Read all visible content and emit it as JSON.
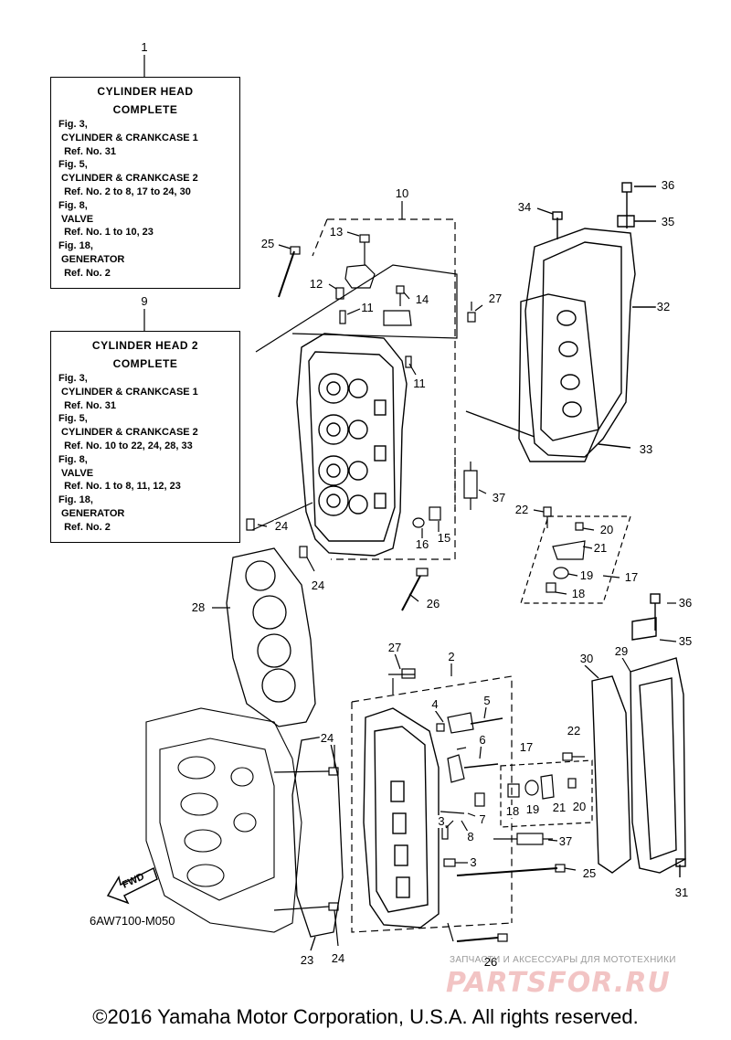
{
  "box1": {
    "number": "1",
    "title": "CYLINDER HEAD",
    "subtitle": "COMPLETE",
    "lines": [
      "Fig. 3,",
      " CYLINDER & CRANKCASE 1",
      "  Ref. No. 31",
      "Fig. 5,",
      " CYLINDER & CRANKCASE 2",
      "  Ref. No. 2 to 8, 17 to 24, 30",
      "Fig. 8,",
      " VALVE",
      "  Ref. No. 1 to 10, 23",
      "Fig. 18,",
      " GENERATOR",
      "  Ref. No. 2"
    ]
  },
  "box9": {
    "number": "9",
    "title": "CYLINDER HEAD 2",
    "subtitle": "COMPLETE",
    "lines": [
      "Fig. 3,",
      " CYLINDER & CRANKCASE 1",
      "  Ref. No. 31",
      "Fig. 5,",
      " CYLINDER & CRANKCASE 2",
      "  Ref. No. 10 to 22, 24, 28, 33",
      "Fig. 8,",
      " VALVE",
      "  Ref. No. 1 to 8, 11, 12, 23",
      "Fig. 18,",
      " GENERATOR",
      "  Ref. No. 2"
    ]
  },
  "refs": {
    "r10": "10",
    "r13": "13",
    "r25a": "25",
    "r12": "12",
    "r11a": "11",
    "r14": "14",
    "r27a": "27",
    "r11b": "11",
    "r34": "34",
    "r36a": "36",
    "r35a": "35",
    "r32": "32",
    "r33": "33",
    "r37a": "37",
    "r22a": "22",
    "r20a": "20",
    "r21a": "21",
    "r19a": "19",
    "r17a": "17",
    "r18a": "18",
    "r16": "16",
    "r15": "15",
    "r24a": "24",
    "r24b": "24",
    "r28": "28",
    "r26a": "26",
    "r36b": "36",
    "r35b": "35",
    "r30": "30",
    "r29": "29",
    "r27b": "27",
    "r2": "2",
    "r4": "4",
    "r5": "5",
    "r6": "6",
    "r22b": "22",
    "r17b": "17",
    "r24c": "24",
    "r18b": "18",
    "r19b": "19",
    "r21b": "21",
    "r20b": "20",
    "r7": "7",
    "r8": "8",
    "r3a": "3",
    "r3b": "3",
    "r37b": "37",
    "r25b": "25",
    "r31": "31",
    "r23": "23",
    "r24d": "24",
    "r26b": "26"
  },
  "fwd_label": "FWD",
  "diagram_code": "6AW7100-M050",
  "watermark_ru": "ЗАПЧАСТИ И АКСЕССУАРЫ ДЛЯ МОТОТЕХНИКИ",
  "watermark_logo": "PARTSFOR.RU",
  "copyright": "©2016 Yamaha Motor Corporation, U.S.A. All rights reserved."
}
